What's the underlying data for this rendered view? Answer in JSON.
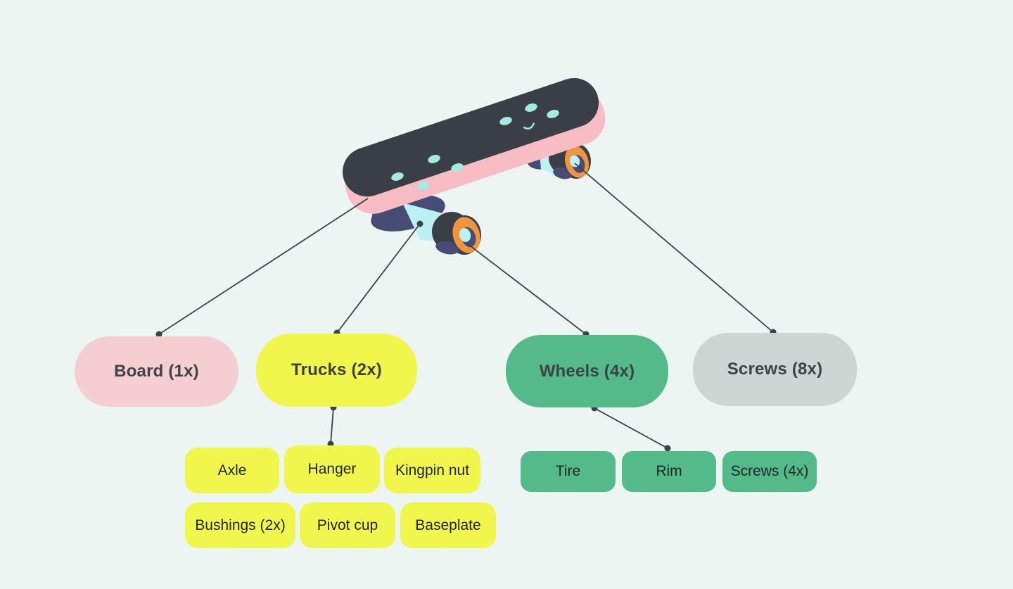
{
  "background_color": "#ecf5f1",
  "illustration": {
    "name": "skateboard",
    "colors": {
      "deck_top": "#3a3e46",
      "deck_edge_pink": "#f8bdc4",
      "truck_navy": "#474c77",
      "truck_cyan": "#bdf0f3",
      "wheel_orange": "#f0953e",
      "grip_dots": "#a3eae2"
    }
  },
  "connector_color": "#3d4246",
  "tree": {
    "root": "skateboard",
    "parents": [
      {
        "id": "board",
        "label": "Board (1x)",
        "color": "#f4ced1"
      },
      {
        "id": "trucks",
        "label": "Trucks (2x)",
        "color": "#f1f64d"
      },
      {
        "id": "wheels",
        "label": "Wheels (4x)",
        "color": "#54ba8a"
      },
      {
        "id": "screws",
        "label": "Screws (8x)",
        "color": "#cdd6d2"
      }
    ],
    "trucks_children": [
      {
        "label": "Axle"
      },
      {
        "label": "Hanger"
      },
      {
        "label": "Kingpin nut"
      },
      {
        "label": "Bushings (2x)"
      },
      {
        "label": "Pivot cup"
      },
      {
        "label": "Baseplate"
      }
    ],
    "wheels_children": [
      {
        "label": "Tire"
      },
      {
        "label": "Rim"
      },
      {
        "label": "Screws (4x)"
      }
    ]
  }
}
